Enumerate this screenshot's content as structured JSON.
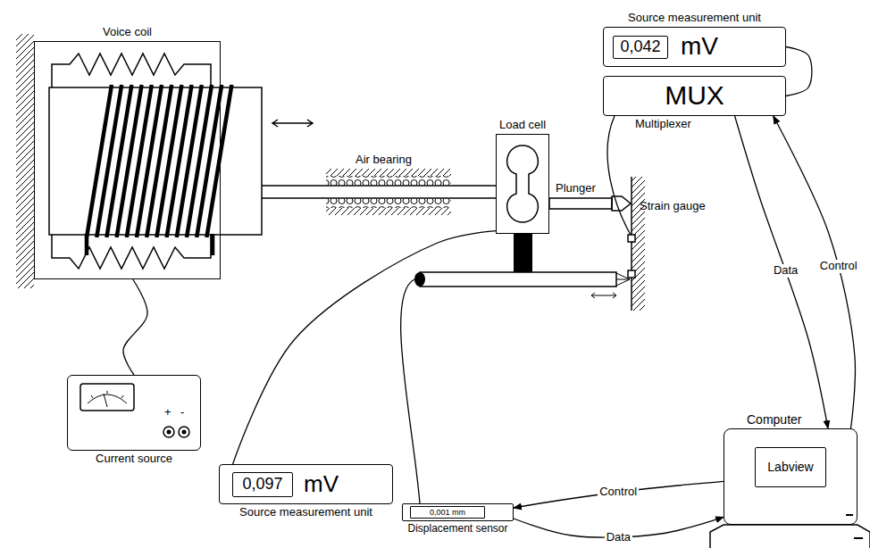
{
  "diagram": {
    "nodes": [
      {
        "text": [
          "Voice coil"
        ]
      },
      {
        "text": [
          "Load cell"
        ]
      },
      {
        "text": [
          "Source measurement unit",
          "mV"
        ]
      },
      {
        "text": [
          "0,042"
        ],
        "in": 2
      },
      {
        "text": [
          "MUX",
          "Multiplexer"
        ]
      },
      {
        "text": [
          "Current source"
        ]
      },
      {
        "text": [
          "Source measurement unit",
          "mV"
        ]
      },
      {
        "text": [
          "0,097"
        ],
        "in": 6
      },
      {
        "text": [
          "Displacement sensor"
        ]
      },
      {
        "text": [
          "0,001 mm"
        ],
        "in": 8
      },
      {
        "text": [
          "Computer"
        ]
      },
      {
        "text": [
          "Labview"
        ],
        "in": 10
      }
    ],
    "edges": [
      {
        "from": 0,
        "to": 5,
        "arrow": "none"
      },
      {
        "from": 1,
        "to": 6,
        "arrow": "none"
      },
      {
        "from": 2,
        "to": 4,
        "arrow": "none"
      },
      {
        "from": 10,
        "to": 4,
        "label": "Control",
        "arrow": "to"
      },
      {
        "from": 4,
        "to": 10,
        "label": "Data",
        "arrow": "to"
      },
      {
        "from": 10,
        "to": 8,
        "label": "Control",
        "arrow": "to"
      },
      {
        "from": 8,
        "to": 10,
        "label": "Data",
        "arrow": "to"
      }
    ],
    "labels": [
      "Air bearing",
      "Plunger",
      "Strain gauge",
      "+",
      "-"
    ]
  }
}
